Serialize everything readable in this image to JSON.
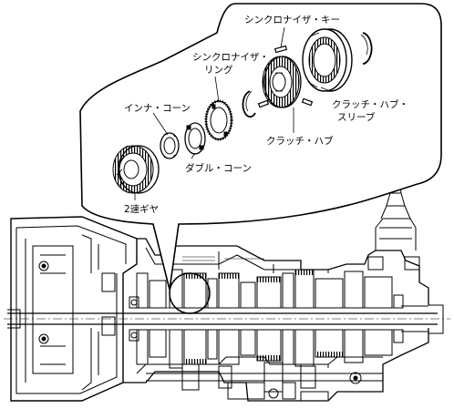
{
  "diagram": {
    "labels": {
      "synchronizer_key": "シンクロナイザ・キー",
      "synchronizer_ring_line1": "シンクロナイザ・",
      "synchronizer_ring_line2": "リング",
      "inner_cone": "インナ・コーン",
      "clutch_hub_sleeve_line1": "クラッチ・ハブ・",
      "clutch_hub_sleeve_line2": "スリーブ",
      "clutch_hub": "クラッチ・ハブ",
      "double_cone": "ダブル・コーン",
      "second_gear": "2速ギヤ"
    }
  }
}
